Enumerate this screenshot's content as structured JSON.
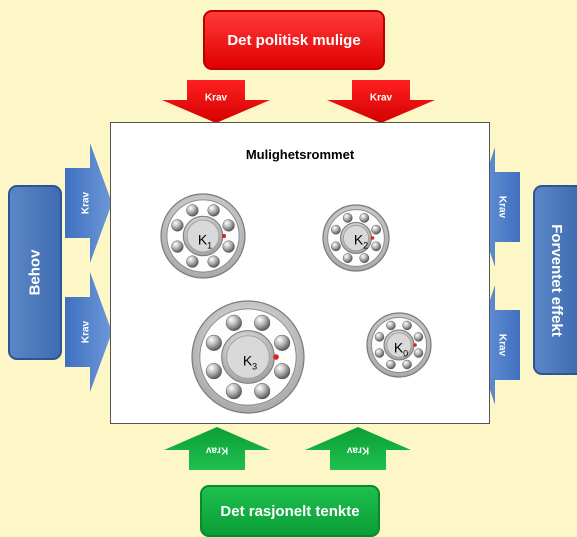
{
  "top_box": {
    "label": "Det politisk mulige"
  },
  "bottom_box": {
    "label": "Det rasjonelt tenkte"
  },
  "left_box": {
    "label": "Behov"
  },
  "right_box": {
    "label": "Forventet effekt"
  },
  "main": {
    "title": "Mulighetsrommet",
    "bearings": [
      {
        "base": "K",
        "sub": "1"
      },
      {
        "base": "K",
        "sub": "2"
      },
      {
        "base": "K",
        "sub": "3"
      },
      {
        "base": "K",
        "sub": "0"
      }
    ]
  },
  "arrow_label": "Krav",
  "colors": {
    "top": "#e00000",
    "bottom": "#0a9e36",
    "side": "#4a78bf",
    "background": "#fdf6c6"
  }
}
